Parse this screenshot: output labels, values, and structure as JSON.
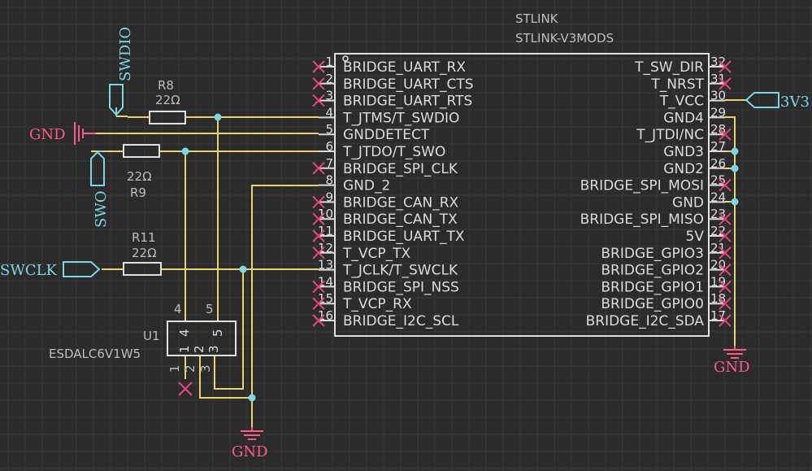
{
  "ic": {
    "ref": "STLINK",
    "value": "STLINK-V3MODS",
    "left_pins": [
      {
        "num": "1",
        "name": "BRIDGE_UART_RX"
      },
      {
        "num": "2",
        "name": "BRIDGE_UART_CTS"
      },
      {
        "num": "3",
        "name": "BRIDGE_UART_RTS"
      },
      {
        "num": "4",
        "name": "T_JTMS/T_SWDIO"
      },
      {
        "num": "5",
        "name": "GNDDETECT"
      },
      {
        "num": "6",
        "name": "T_JTDO/T_SWO"
      },
      {
        "num": "7",
        "name": "BRIDGE_SPI_CLK"
      },
      {
        "num": "8",
        "name": "GND_2"
      },
      {
        "num": "9",
        "name": "BRIDGE_CAN_RX"
      },
      {
        "num": "10",
        "name": "BRIDGE_CAN_TX"
      },
      {
        "num": "11",
        "name": "BRIDGE_UART_TX"
      },
      {
        "num": "12",
        "name": "T_VCP_TX"
      },
      {
        "num": "13",
        "name": "T_JCLK/T_SWCLK"
      },
      {
        "num": "14",
        "name": "BRIDGE_SPI_NSS"
      },
      {
        "num": "15",
        "name": "T_VCP_RX"
      },
      {
        "num": "16",
        "name": "BRIDGE_I2C_SCL"
      }
    ],
    "right_pins": [
      {
        "num": "32",
        "name": "T_SW_DIR"
      },
      {
        "num": "31",
        "name": "T_NRST"
      },
      {
        "num": "30",
        "name": "T_VCC"
      },
      {
        "num": "29",
        "name": "GND4"
      },
      {
        "num": "28",
        "name": "T_JTDI/NC"
      },
      {
        "num": "27",
        "name": "GND3"
      },
      {
        "num": "26",
        "name": "GND2"
      },
      {
        "num": "25",
        "name": "BRIDGE_SPI_MOSI"
      },
      {
        "num": "24",
        "name": "GND"
      },
      {
        "num": "23",
        "name": "BRIDGE_SPI_MISO"
      },
      {
        "num": "22",
        "name": "5V"
      },
      {
        "num": "21",
        "name": "BRIDGE_GPIO3"
      },
      {
        "num": "20",
        "name": "BRIDGE_GPIO2"
      },
      {
        "num": "19",
        "name": "BRIDGE_GPIO1"
      },
      {
        "num": "18",
        "name": "BRIDGE_GPIO0"
      },
      {
        "num": "17",
        "name": "BRIDGE_I2C_SDA"
      }
    ]
  },
  "resistors": {
    "r8": {
      "ref": "R8",
      "value": "22Ω"
    },
    "r9": {
      "ref": "R9",
      "value": "22Ω"
    },
    "r11": {
      "ref": "R11",
      "value": "22Ω"
    }
  },
  "esd": {
    "ref": "U1",
    "value": "ESDALC6V1W5",
    "pins_top": [
      "4",
      "5"
    ],
    "pins_bottom": [
      "1",
      "2",
      "3"
    ]
  },
  "nets": {
    "swdio": "SWDIO",
    "swo": "SWO",
    "swclk": "SWCLK",
    "vcc": "3V3",
    "gnd_left": "GND",
    "gnd_bottom": "GND",
    "gnd_right": "GND"
  },
  "colors": {
    "wire": "#e6d56a",
    "net_flag": "#7fd6e0",
    "ground": "#ff5b8a",
    "no_connect": "#e8467a"
  }
}
